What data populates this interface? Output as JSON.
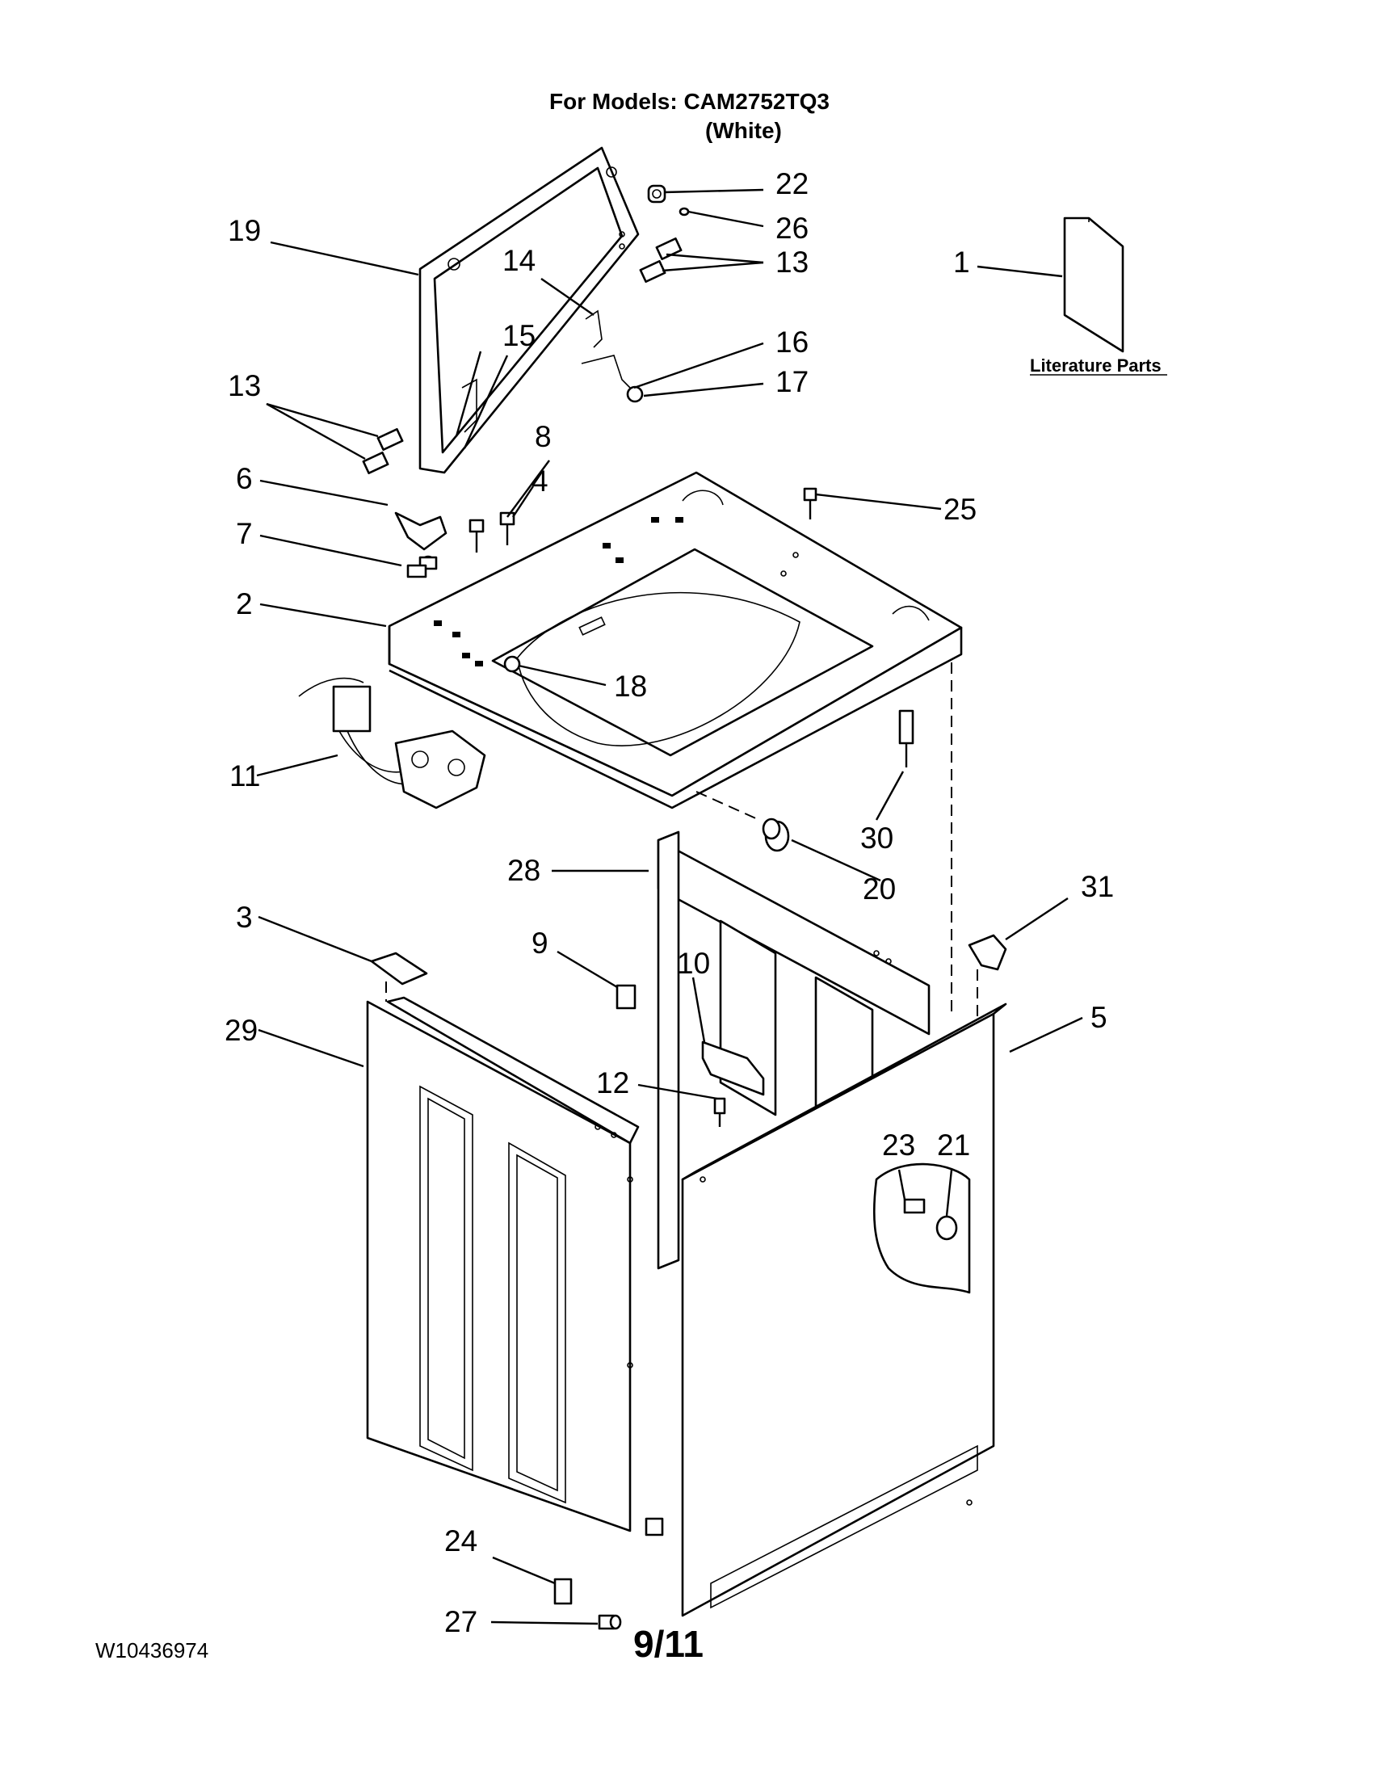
{
  "header": {
    "title": "For Models: CAM2752TQ3",
    "subtitle": "(White)"
  },
  "literature": {
    "label": "Literature Parts"
  },
  "callouts": {
    "c1": "1",
    "c2": "2",
    "c3": "3",
    "c4": "4",
    "c5": "5",
    "c6": "6",
    "c7": "7",
    "c8": "8",
    "c9": "9",
    "c10": "10",
    "c11": "11",
    "c12": "12",
    "c13a": "13",
    "c13b": "13",
    "c14": "14",
    "c15": "15",
    "c16": "16",
    "c17": "17",
    "c18": "18",
    "c19": "19",
    "c20": "20",
    "c21": "21",
    "c22": "22",
    "c23": "23",
    "c24": "24",
    "c25": "25",
    "c26": "26",
    "c27": "27",
    "c28": "28",
    "c29": "29",
    "c30": "30",
    "c31": "31"
  },
  "footer": {
    "doc_number": "W10436974",
    "page": "9/11"
  }
}
